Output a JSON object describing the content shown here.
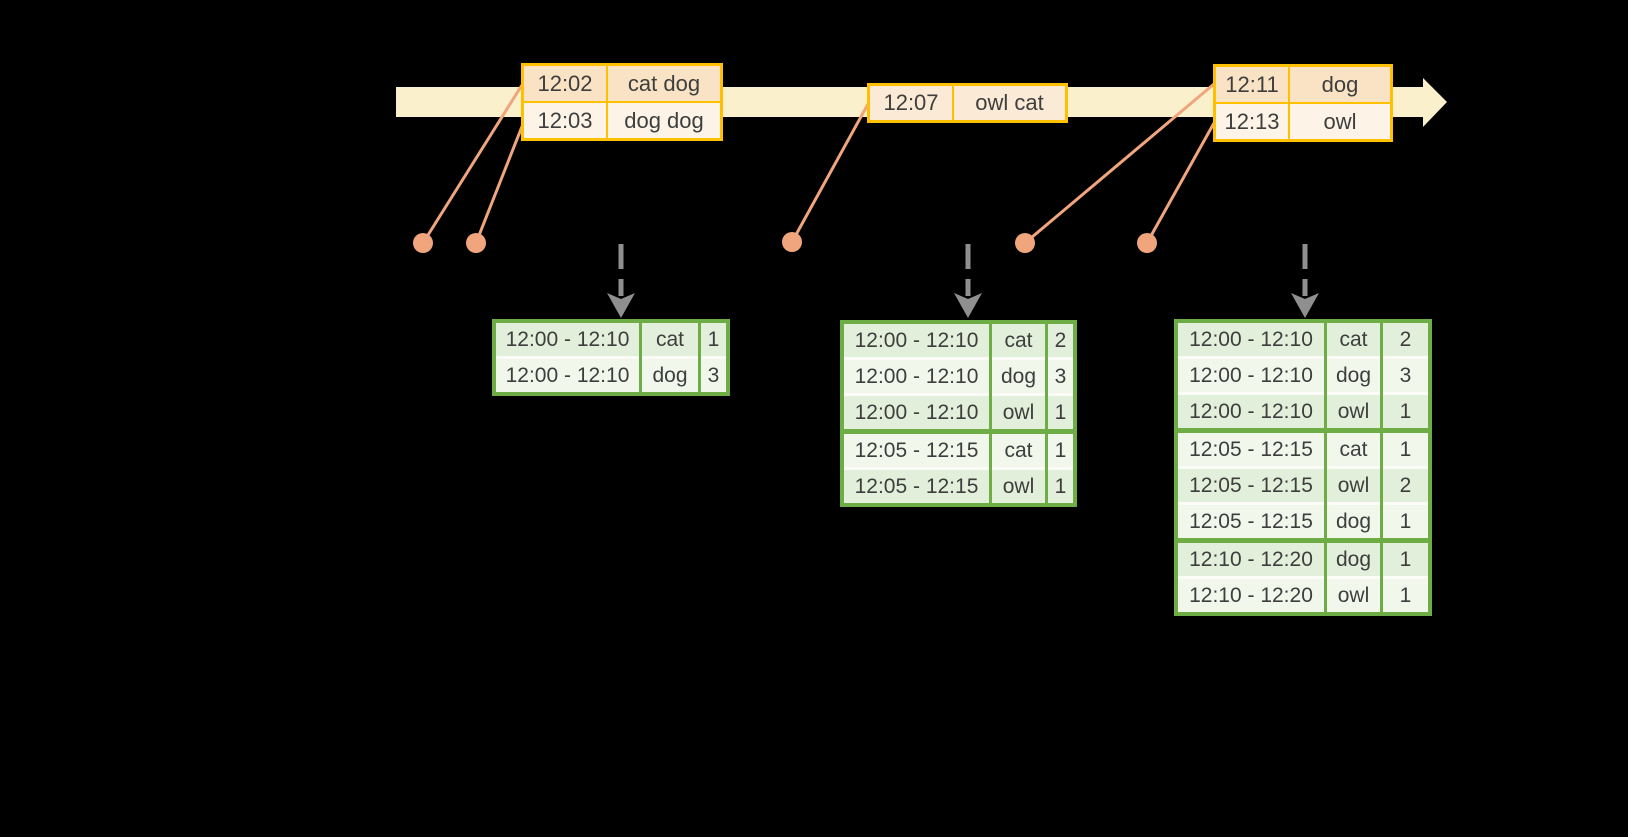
{
  "colors": {
    "background": "#000000",
    "timeline_band": "#FBF0CC",
    "event_table_border": "#FFC000",
    "event_row_dark": "#FAE3C5",
    "event_row_light": "#FDF4E7",
    "result_table_border": "#6EAD46",
    "result_row_dark": "#E2EFDA",
    "result_row_light": "#F2F7EC",
    "connector": "#F0A57C",
    "arrow_gray": "#8F8F8F",
    "text": "#3E3E3E"
  },
  "timeline": {
    "event_tables": [
      {
        "rows": [
          {
            "time": "12:02",
            "words": "cat dog"
          },
          {
            "time": "12:03",
            "words": "dog dog"
          }
        ]
      },
      {
        "rows": [
          {
            "time": "12:07",
            "words": "owl cat"
          }
        ]
      },
      {
        "rows": [
          {
            "time": "12:11",
            "words": "dog"
          },
          {
            "time": "12:13",
            "words": "owl"
          }
        ]
      }
    ]
  },
  "result_tables": [
    {
      "rows": [
        {
          "window": "12:00 - 12:10",
          "word": "cat",
          "count": "1"
        },
        {
          "window": "12:00 - 12:10",
          "word": "dog",
          "count": "3"
        }
      ]
    },
    {
      "rows": [
        {
          "window": "12:00 - 12:10",
          "word": "cat",
          "count": "2"
        },
        {
          "window": "12:00 - 12:10",
          "word": "dog",
          "count": "3"
        },
        {
          "window": "12:00 - 12:10",
          "word": "owl",
          "count": "1"
        },
        {
          "window": "12:05 - 12:15",
          "word": "cat",
          "count": "1"
        },
        {
          "window": "12:05 - 12:15",
          "word": "owl",
          "count": "1"
        }
      ]
    },
    {
      "rows": [
        {
          "window": "12:00 - 12:10",
          "word": "cat",
          "count": "2"
        },
        {
          "window": "12:00 - 12:10",
          "word": "dog",
          "count": "3"
        },
        {
          "window": "12:00 - 12:10",
          "word": "owl",
          "count": "1"
        },
        {
          "window": "12:05 - 12:15",
          "word": "cat",
          "count": "1"
        },
        {
          "window": "12:05 - 12:15",
          "word": "owl",
          "count": "2"
        },
        {
          "window": "12:05 - 12:15",
          "word": "dog",
          "count": "1"
        },
        {
          "window": "12:10 - 12:20",
          "word": "dog",
          "count": "1"
        },
        {
          "window": "12:10 - 12:20",
          "word": "owl",
          "count": "1"
        }
      ]
    }
  ]
}
